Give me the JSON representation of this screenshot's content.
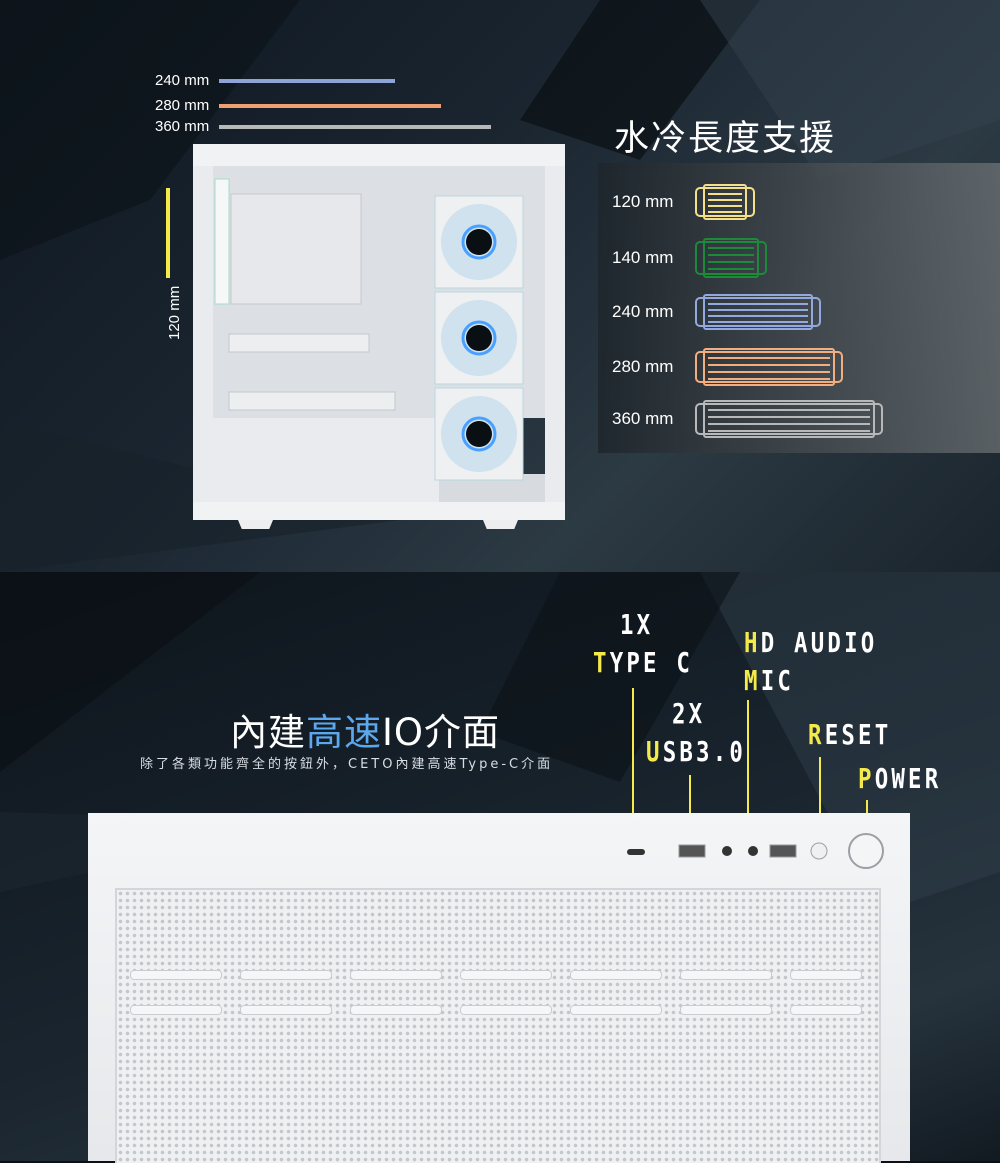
{
  "length_bars": [
    {
      "label": "240 mm",
      "color": "#8ea3d6"
    },
    {
      "label": "280 mm",
      "color": "#f0a070"
    },
    {
      "label": "360 mm",
      "color": "#b8b8b8"
    }
  ],
  "height_bar": {
    "label": "120 mm",
    "color": "#f4ea4b"
  },
  "radiator_section": {
    "title": "水冷長度支援",
    "items": [
      {
        "label": "120 mm",
        "color": "#f4e08a"
      },
      {
        "label": "140 mm",
        "color": "#1d8a3a"
      },
      {
        "label": "240 mm",
        "color": "#93a8de"
      },
      {
        "label": "280 mm",
        "color": "#f3ad7e"
      },
      {
        "label": "360 mm",
        "color": "#b8b8b8"
      }
    ]
  },
  "io_section": {
    "title_pre": "內建",
    "title_hl": "高速",
    "title_post": "IO介面",
    "description": "除了各類功能齊全的按鈕外，CETO內建高速Type-C介面",
    "typec_count": "1X",
    "typec_first": "T",
    "typec_rest": "YPE C",
    "usb_count": "2X",
    "usb_first": "U",
    "usb_rest": "SB3.0",
    "hdaudio_first": "H",
    "hdaudio_rest": "D AUDIO",
    "mic_first": "M",
    "mic_rest": "IC",
    "reset_first": "R",
    "reset_rest": "ESET",
    "power_first": "P",
    "power_rest": "OWER",
    "accent_color": "#f4ea4b"
  }
}
